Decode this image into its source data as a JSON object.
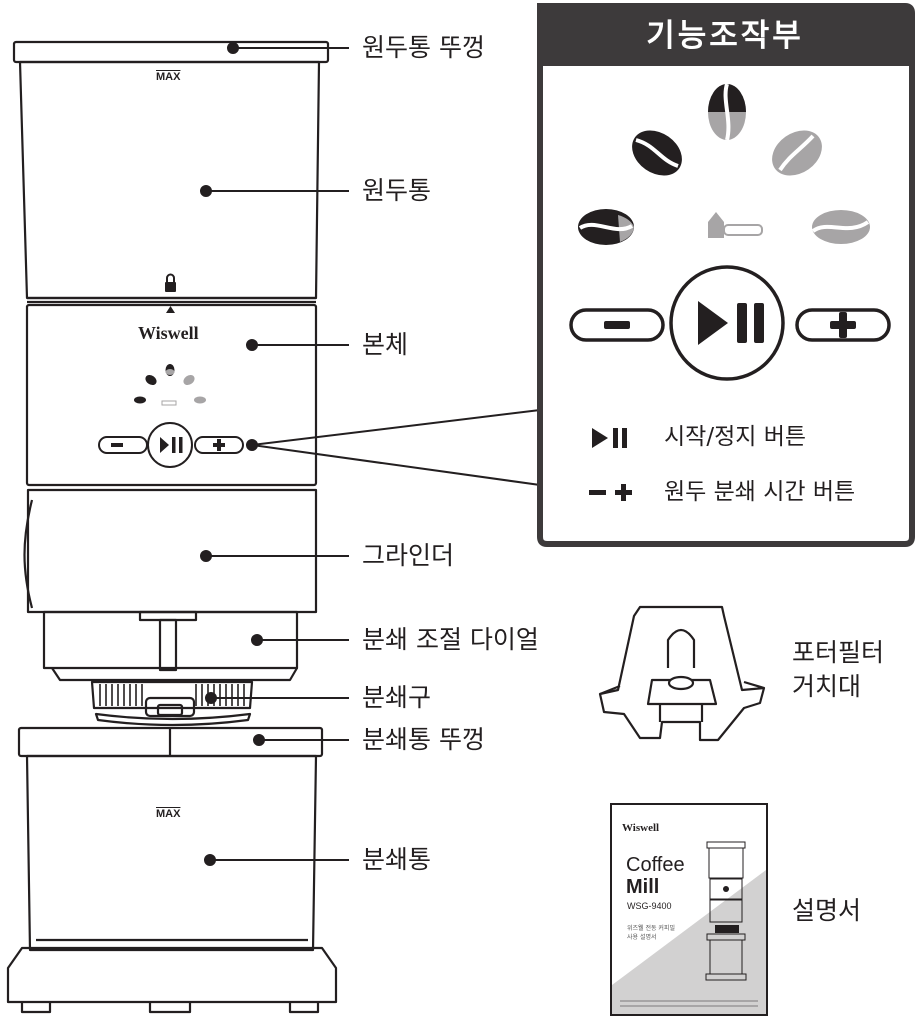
{
  "product": {
    "brand": "Wiswell",
    "max_mark": "MAX"
  },
  "labels": {
    "hopper_lid": "원두통 뚜껑",
    "hopper": "원두통",
    "body": "본체",
    "grinder": "그라인더",
    "grind_dial": "분쇄 조절 다이얼",
    "grind_outlet": "분쇄구",
    "container_lid": "분쇄통 뚜껑",
    "container": "분쇄통",
    "portafilter_holder": "포터필터\n거치대",
    "manual": "설명서"
  },
  "control_panel": {
    "title": "기능조작부",
    "legend": [
      {
        "icon": "play-pause-icon",
        "text": "시작/정지 버튼"
      },
      {
        "icon": "minus-plus-icon",
        "text": "원두 분쇄 시간 버튼"
      }
    ]
  },
  "manual_cover": {
    "brand": "Wiswell",
    "title_line1": "Coffee",
    "title_line2": "Mill",
    "model": "WSG-9400",
    "subtitle_line1": "위즈웰 전동 커피밀",
    "subtitle_line2": "사용 설명서"
  },
  "colors": {
    "ink": "#231f20",
    "panel_header": "#3d3a3b",
    "gray": "#a7a5a6",
    "light_gray": "#d2d1d1"
  }
}
